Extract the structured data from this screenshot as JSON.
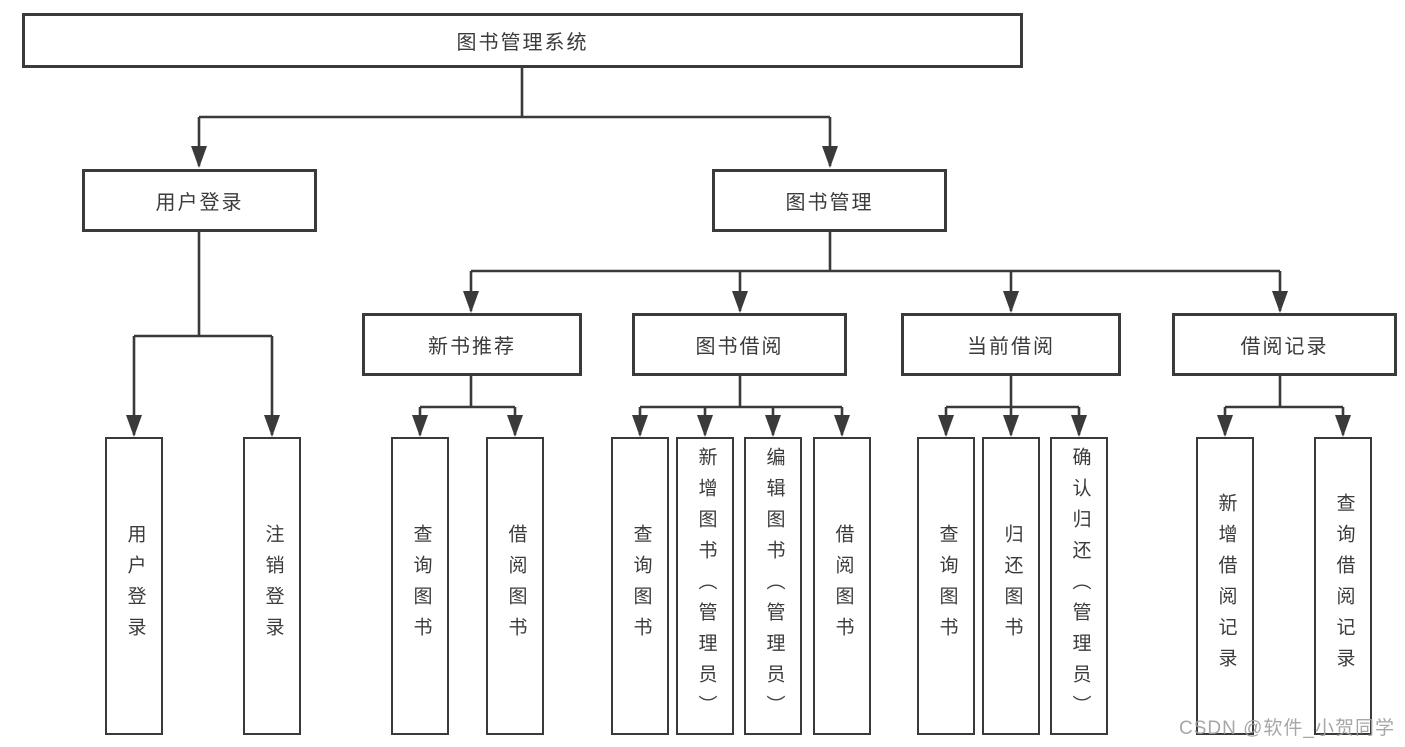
{
  "diagram": {
    "root": "图书管理系统",
    "level2": [
      "用户登录",
      "图书管理"
    ],
    "level3": [
      "新书推荐",
      "图书借阅",
      "当前借阅",
      "借阅记录"
    ],
    "leaves": {
      "user_login": [
        "用户登录",
        "注销登录"
      ],
      "new_book_recommend": [
        "查询图书",
        "借阅图书"
      ],
      "book_borrowing": [
        "查询图书",
        "新增图书（管理员）",
        "编辑图书（管理员）",
        "借阅图书"
      ],
      "current_borrowing": [
        "查询图书",
        "归还图书",
        "确认归还（管理员）"
      ],
      "borrowing_records": [
        "新增借阅记录",
        "查询借阅记录"
      ]
    },
    "colors": {
      "line": "#3a3a3a",
      "text": "#3b3b3b",
      "background": "#ffffff",
      "watermark_text": "#9e9e9e"
    }
  },
  "watermark": {
    "text": "CSDN @软件_小贺同学"
  }
}
